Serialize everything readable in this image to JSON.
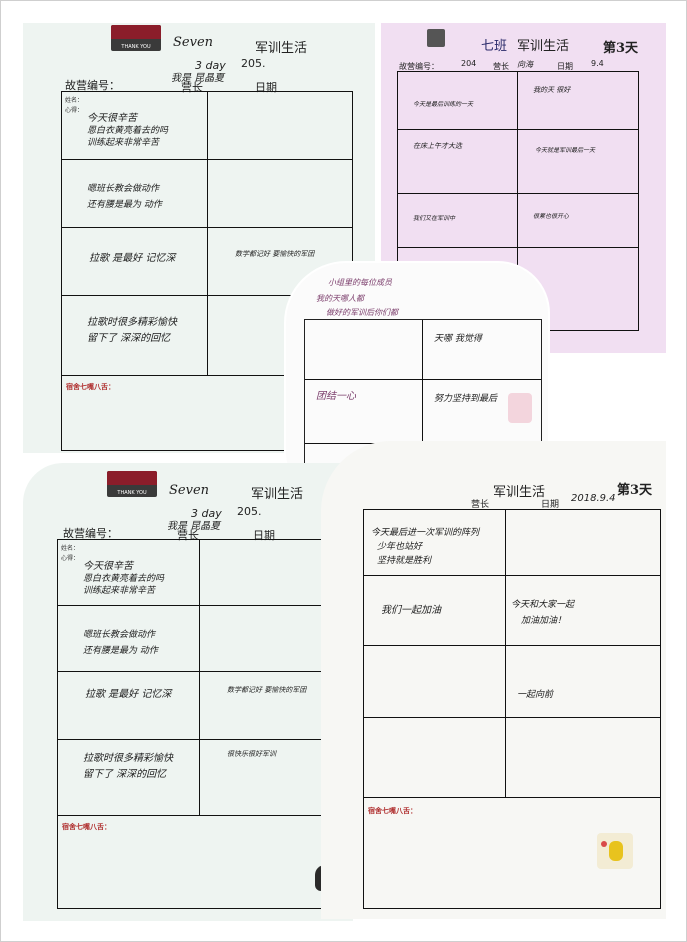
{
  "sheets": {
    "top_left": {
      "logo_text": "THANK YOU",
      "brand": "Seven",
      "title": "军训生活",
      "day_note": "3 day",
      "page_mark": "205.",
      "file_no_label": "故营编号：",
      "leader_label": "营长",
      "leader_value": "我是 昆晶夏",
      "date_label": "日期",
      "dorm_label": "宿舍七嘴八舌："
    },
    "top_right": {
      "class": "七班",
      "title": "军训生活",
      "day": "第3天",
      "file_no_label": "故营编号：",
      "file_no_value": "204",
      "leader_label": "营长",
      "leader_value": "向海",
      "date_label": "日期",
      "date_value": "9.4"
    },
    "bottom_left": {
      "logo_text": "THANK YOU",
      "brand": "Seven",
      "title": "军训生活",
      "day_note": "3 day",
      "page_mark": "205.",
      "file_no_label": "故营编号：",
      "leader_label": "营长",
      "leader_value": "我是 昆晶夏",
      "date_label": "日期",
      "dorm_label": "宿舍七嘴八舌："
    },
    "bottom_right": {
      "title": "军训生活",
      "day": "第3天",
      "leader_label": "营长",
      "date_label": "日期",
      "date_value": "2018.9.4",
      "dorm_label": "宿舍七嘴八舌："
    },
    "center": {
      "note_line1": "小组里的每位成员",
      "note_line2": "我的天哪人都",
      "note_line3": "做好的军训后你们都"
    }
  },
  "cell_labels": {
    "name": "姓名：",
    "mood": "心得："
  },
  "handwriting": {
    "tl": [
      "今天很辛苦",
      "恩白衣黄亮着去的吗",
      "训练起来非常辛苦",
      "嗯班长教会做动作",
      "还有腰是最为 动作",
      "拉歌 是最好 记忆深",
      "数学都记好 要愉快的军团",
      "拉歌时很多精彩愉快",
      "留下了 深深的回忆",
      "很快乐很好军训"
    ],
    "tr": [
      "我的天 很好",
      "天哪 我觉得",
      "今天是最后训练的一天",
      "在床上午才大选",
      "今天就是军训最后一天",
      "我们又在军训中",
      "很累也很开心"
    ],
    "br": [
      "今天最后进一次军训的阵列",
      "少年也站好",
      "坚持就是胜利",
      "我们一起加油",
      "今天和大家一起",
      "加油加油！",
      "团结一心",
      "努力坚持到最后",
      "一起向前"
    ]
  }
}
